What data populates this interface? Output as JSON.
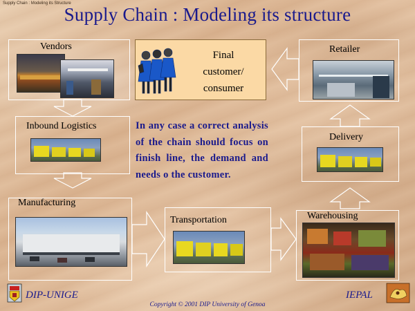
{
  "slide_caption": "Supply Chain : Modeling its Structure",
  "title": "Supply Chain : Modeling its structure",
  "nodes": {
    "vendors": "Vendors",
    "inbound_logistics": "Inbound Logistics",
    "manufacturing": "Manufacturing",
    "transportation": "Transportation",
    "warehousing": "Warehousing",
    "delivery": "Delivery",
    "retailer": "Retailer",
    "final_customer": [
      "Final",
      "customer/",
      "consumer"
    ]
  },
  "note": "In any case a correct analysis of the chain should focus on finish line, the demand and needs o the customer.",
  "footer": {
    "left": "DIP-UNIGE",
    "right": "IEPAL",
    "copyright": "Copyright © 2001 DIP University of Genoa"
  },
  "colors": {
    "title": "#1a1a8c",
    "highlight_box": "#fbd9a5",
    "arrow_outline": "#ffffff"
  }
}
